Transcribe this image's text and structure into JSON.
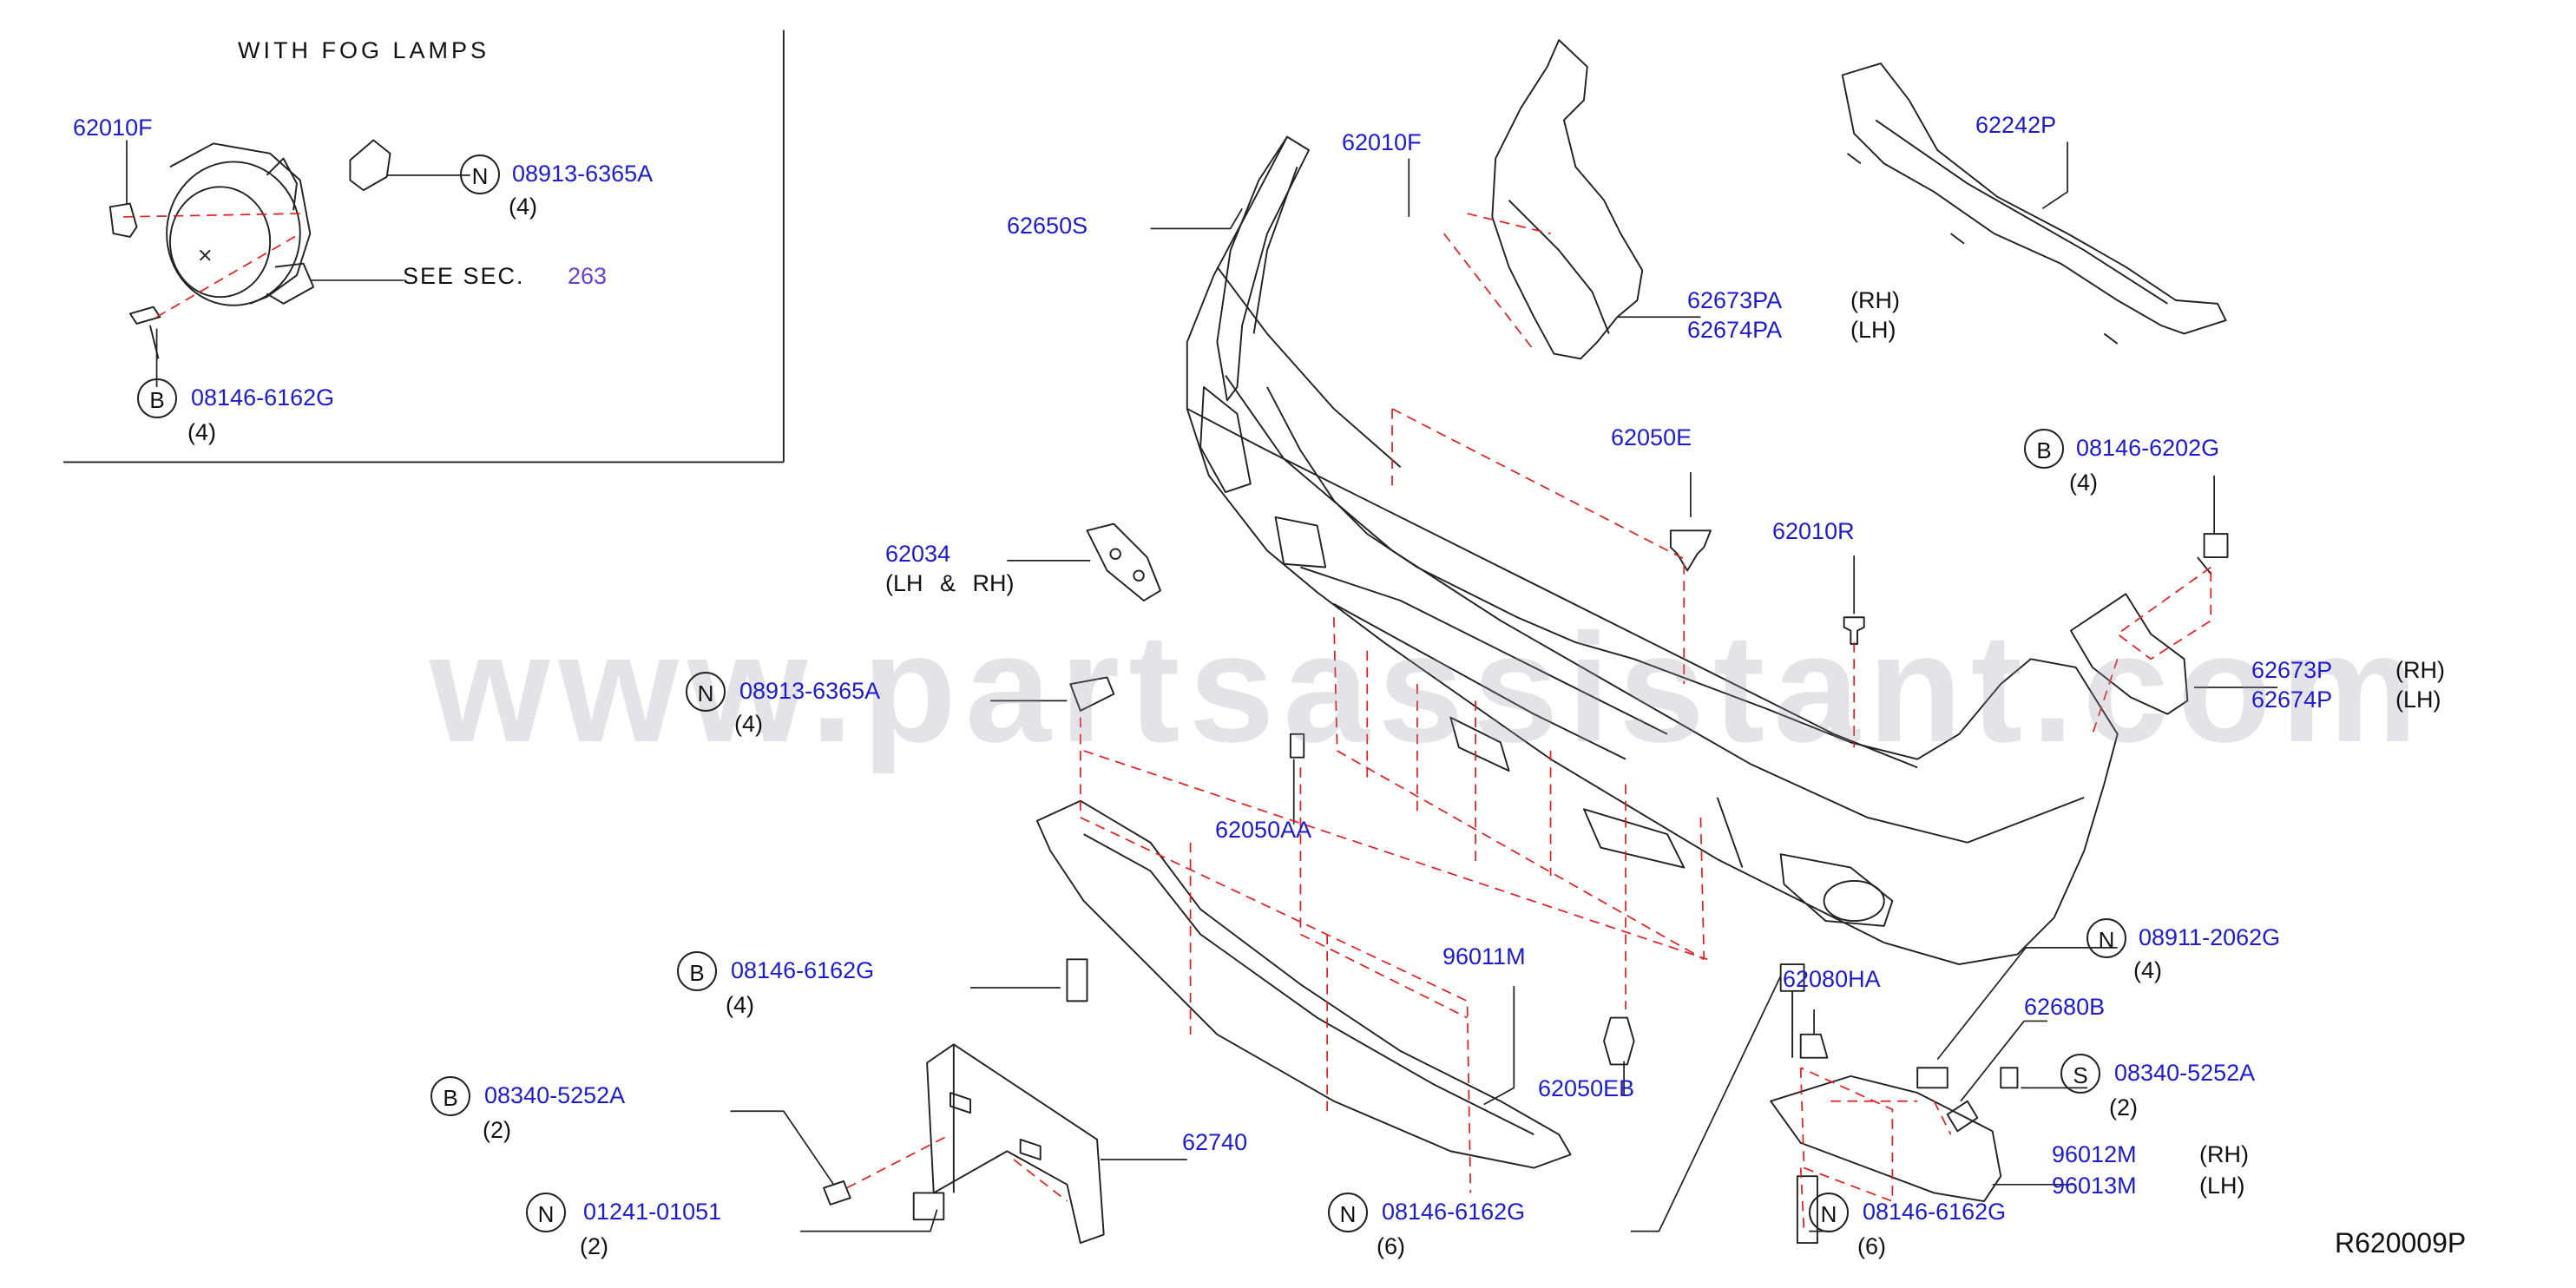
{
  "inset": {
    "title": "WITH FOG LAMPS",
    "p_62010f": "62010F",
    "n_circle": "N",
    "p_08913_6365a": "08913-6365A",
    "q4a": "(4)",
    "see": "SEE SEC.",
    "sec_num": "263",
    "b_circle": "B",
    "p_08146_6162g": "08146-6162G",
    "q4b": "(4)"
  },
  "parts": {
    "p_62650s": "62650S",
    "p_62010f": "62010F",
    "p_62673pa": "62673PA",
    "rh1": "(RH)",
    "p_62674pa": "62674PA",
    "lh1": "(LH)",
    "p_62242p": "62242P",
    "p_62050e": "62050E",
    "b1_circle": "B",
    "p_08146_6202g": "08146-6202G",
    "q_6202": "(4)",
    "p_62034": "62034",
    "lh_rh": "(LH & RH)",
    "p_62010r": "62010R",
    "n1_circle": "N",
    "p_08913_6365a": "08913-6365A",
    "q_6365": "(4)",
    "p_62673p": "62673P",
    "rh2": "(RH)",
    "p_62674p": "62674P",
    "lh2": "(LH)",
    "p_62050aa": "62050AA",
    "n2_circle": "N",
    "p_08911_2062g": "08911-2062G",
    "q_2062": "(4)",
    "b2_circle": "B",
    "p_08146_6162g_a": "08146-6162G",
    "q_6162a": "(4)",
    "p_96011m": "96011M",
    "p_62080ha": "62080HA",
    "p_62680b": "62680B",
    "s_circle": "S",
    "p_08340_5252a_s": "08340-5252A",
    "q_5252s": "(2)",
    "b3_circle": "B",
    "p_08340_5252a_b": "08340-5252A",
    "q_5252b": "(2)",
    "p_62740": "62740",
    "p_62050eb": "62050EB",
    "p_96012m": "96012M",
    "rh3": "(RH)",
    "p_96013m": "96013M",
    "lh3": "(LH)",
    "n3_circle": "N",
    "p_01241_01051": "01241-01051",
    "q_01051": "(2)",
    "n4_circle": "N",
    "p_08146_6162g_b": "08146-6162G",
    "q_6162b": "(6)",
    "n5_circle": "N",
    "p_08146_6162g_c": "08146-6162G",
    "q_6162c": "(6)"
  },
  "ref": "R620009P",
  "watermark": "www.partsassistant.com",
  "colors": {
    "part_number": "#1c1ccc",
    "line_art": "#222222",
    "guide_dash": "#e02020",
    "section_link": "#6a3fd0"
  }
}
